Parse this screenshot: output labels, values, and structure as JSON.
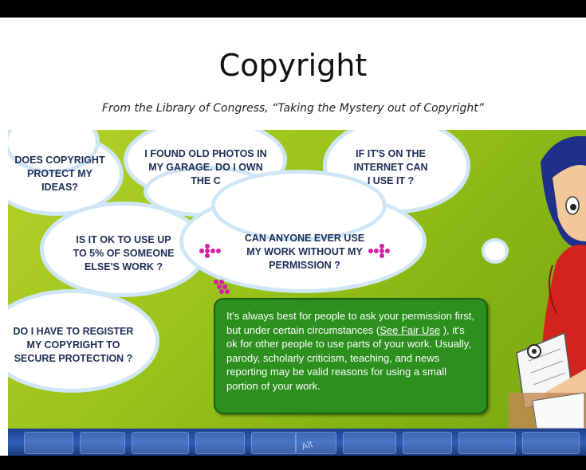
{
  "slide": {
    "title": "Copyright",
    "subtitle": "From the Library of Congress, “Taking the Mystery out of Copyright”"
  },
  "questions": {
    "q1": {
      "line1": "DOES COPYRIGHT",
      "line2": "PROTECT MY IDEAS?"
    },
    "q2": {
      "line1": "I FOUND OLD PHOTOS  IN",
      "line2": "MY GARAGE. DO I  OWN",
      "line3": "THE C"
    },
    "q3": {
      "line1": "IF IT'S ON THE",
      "line2": "INTERNET CAN",
      "line3": "I USE IT ?"
    },
    "q4": {
      "line1": "IS IT OK TO USE UP",
      "line2": "TO 5% OF SOMEONE",
      "line3": "ELSE'S WORK ?"
    },
    "q5": {
      "line1": "CAN ANYONE EVER USE",
      "line2": "MY WORK WITHOUT MY",
      "line3": "PERMISSION ?"
    },
    "q6": {
      "line1": "DO I HAVE TO REGISTER",
      "line2": "MY COPYRIGHT TO",
      "line3": "SECURE PROTECTION ?"
    }
  },
  "answer": {
    "text_before": "It's always best for people to ask your permission first, but under certain circumstances (",
    "link": "See Fair Use",
    "text_after": " ), it's ok for other people to use parts of your work. Usually, parody, scholarly criticism, teaching, and news reporting may be valid reasons for using a small portion of your work."
  },
  "keyboard": {
    "key_label": "Alt"
  },
  "colors": {
    "answer_bg": "#2c8f1e",
    "question_text": "#1c2d55",
    "dots": "#d21fa8",
    "scene_green": "#9cc41c"
  }
}
